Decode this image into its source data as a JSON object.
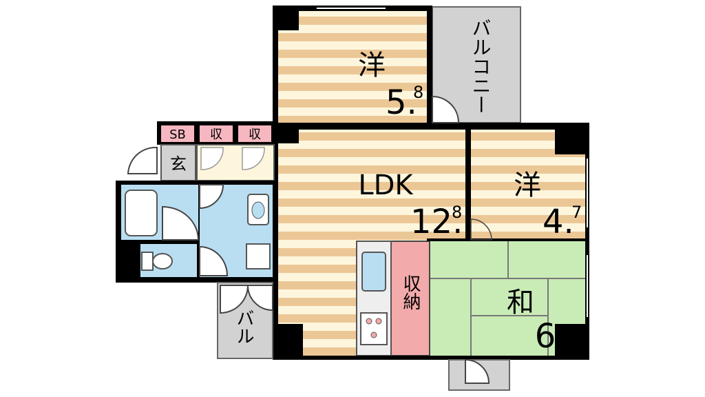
{
  "rooms": {
    "western_top": {
      "label": "洋",
      "size_main": "5.",
      "size_frac": "8"
    },
    "balcony_top": {
      "label": "バルコニー"
    },
    "ldk": {
      "label": "LDK",
      "size_main": "12.",
      "size_frac": "8"
    },
    "western_right": {
      "label": "洋",
      "size_main": "4.",
      "size_frac": "7"
    },
    "japanese": {
      "label": "和",
      "size_main": "6"
    },
    "storage": {
      "label": "収納"
    },
    "sb": {
      "label": "SB"
    },
    "closet_1": {
      "label": "収"
    },
    "closet_2": {
      "label": "収"
    },
    "entrance": {
      "label": "玄"
    },
    "balcony_left": {
      "label": "バル"
    }
  },
  "colors": {
    "floor_stripe_wood": "#ecc796",
    "floor_stripe_light": "#fdf6dd",
    "wet_area_blue": "#b9def2",
    "tatami_green": "#c9ecb6",
    "storage_pink": "#f3aaaa",
    "sb_pink": "#f6b7c0",
    "balcony_gray": "#d2d2d2",
    "wall_black": "#000000"
  }
}
